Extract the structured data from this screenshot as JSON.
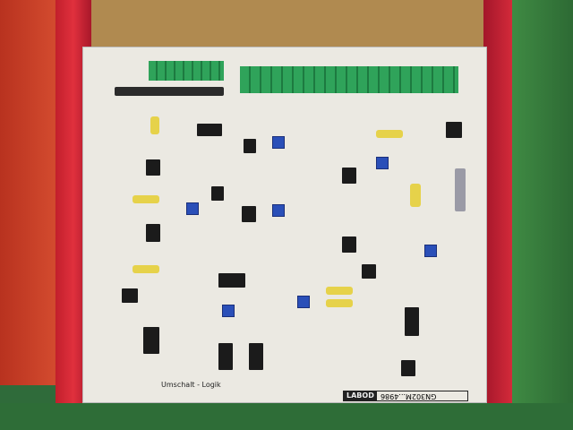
{
  "board": {
    "section_label": "Umschalt - Logik",
    "manufacturer_logo": "LABOD",
    "model_number": "GN302M...4986"
  },
  "colors": {
    "frame": "#d32a3a",
    "board": "#ebe9e2",
    "terminal": "#2fa35a",
    "potentiometer": "#2a4fb8"
  }
}
